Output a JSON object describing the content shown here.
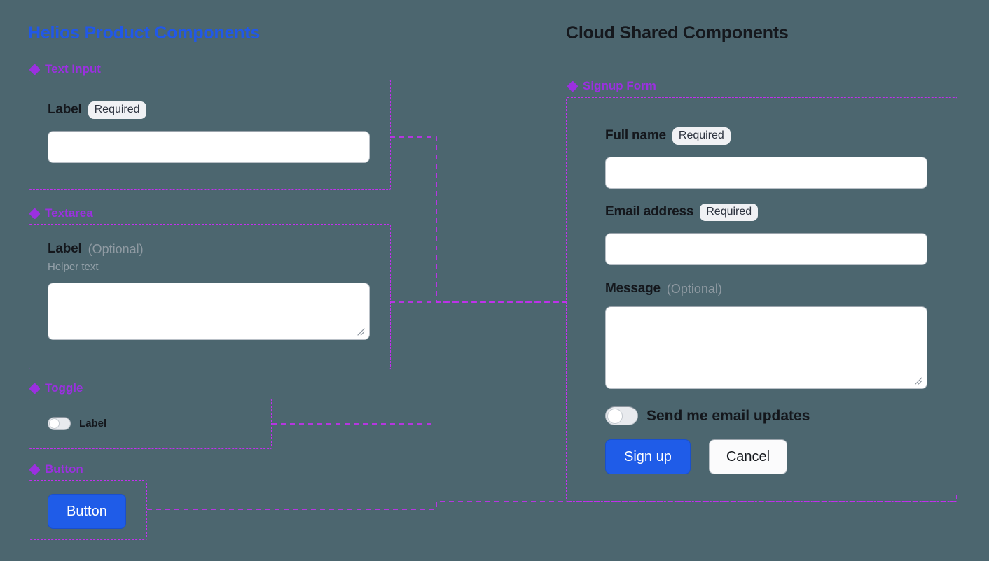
{
  "canvas": {
    "background_color": "#4c666f",
    "connector_color": "#c42ff0",
    "accent_blue": "#1f5ce8",
    "section_label_color": "#9b30e0"
  },
  "left_panel": {
    "title": "Helios Product Components",
    "sections": [
      {
        "label": "Text Input",
        "icon": "component-diamond-icon",
        "field": {
          "label": "Label",
          "badge": "Required",
          "value": "",
          "placeholder": ""
        }
      },
      {
        "label": "Textarea",
        "icon": "component-diamond-icon",
        "field": {
          "label": "Label",
          "optional": "(Optional)",
          "helper": "Helper text",
          "value": "",
          "placeholder": ""
        }
      },
      {
        "label": "Toggle",
        "icon": "component-diamond-icon",
        "field": {
          "label": "Label",
          "state": "off"
        }
      },
      {
        "label": "Button",
        "icon": "component-diamond-icon",
        "field": {
          "label": "Button"
        }
      }
    ]
  },
  "right_panel": {
    "title": "Cloud Shared Components",
    "sections": [
      {
        "label": "Signup Form",
        "icon": "component-diamond-icon",
        "fields": [
          {
            "label": "Full name",
            "badge": "Required",
            "value": "",
            "placeholder": ""
          },
          {
            "label": "Email address",
            "badge": "Required",
            "value": "",
            "placeholder": ""
          },
          {
            "label": "Message",
            "optional": "(Optional)",
            "value": "",
            "placeholder": ""
          }
        ],
        "toggle": {
          "label": "Send me email updates",
          "state": "off"
        },
        "actions": {
          "primary": "Sign up",
          "secondary": "Cancel"
        }
      }
    ]
  }
}
